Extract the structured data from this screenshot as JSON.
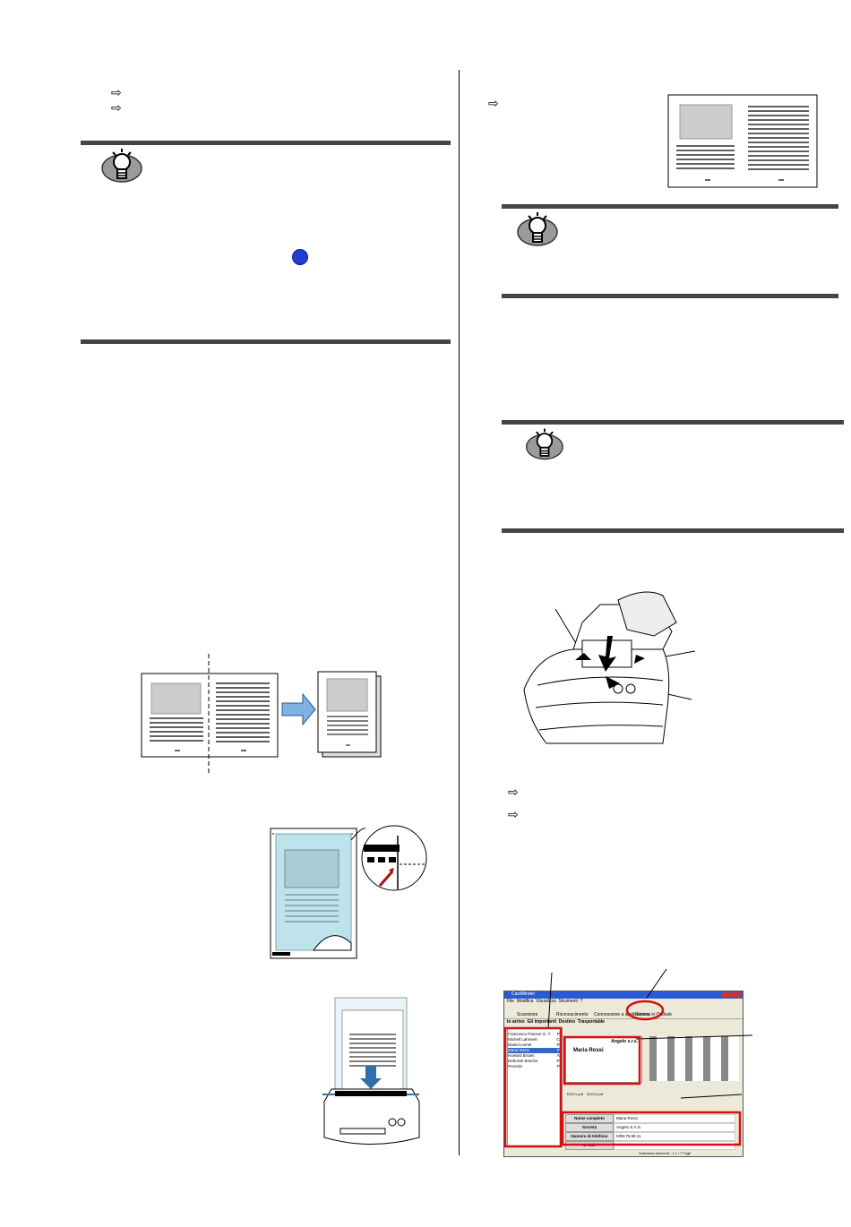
{
  "icons": {
    "arrow": "right-hollow-arrow-icon",
    "hint": "lightbulb-hint-icon"
  },
  "colors": {
    "rule": "#444444",
    "blue_dot": "#1f3fd6",
    "highlight_red": "#d41010",
    "paper_blue": "#bfe3ec",
    "arrow_blue": "#7fb2e0"
  },
  "cardminder": {
    "title": "CardMinder",
    "menu": [
      "File",
      "Modifica",
      "Visualizza",
      "Strumenti",
      "?"
    ],
    "toolbar": [
      "Scansione",
      "Riconoscimento",
      "Connessione a applicazione",
      "Ricerca in Outlook"
    ],
    "tabs": [
      "In arrivo",
      "Gli importanti",
      "Destino",
      "Trasportable"
    ],
    "list": [
      {
        "name": "Francesco Panzeri G. T.",
        "tag": "Pit"
      },
      {
        "name": "Michell Lahmeel",
        "tag": "Co"
      },
      {
        "name": "Daniel Lemel",
        "tag": "Ph"
      },
      {
        "name": "Maria Rossi",
        "tag": "Pit"
      },
      {
        "name": "Howard Brown",
        "tag": "Ab"
      },
      {
        "name": "Deborah Bosche",
        "tag": "Pe"
      },
      {
        "name": "Pozzolo",
        "tag": "Pit"
      }
    ],
    "card": {
      "company_line": "Angelo s.r.s.",
      "person": "Maria Rossi"
    },
    "attachments": [
      "DOC1.pdf",
      "DOC2.pdf"
    ],
    "fields": [
      {
        "label": "Nome completo",
        "value": "Maria Rossi"
      },
      {
        "label": "Società",
        "value": "Angelo S.A.S."
      },
      {
        "label": "Numero di telefono",
        "value": "0/99-75.88.11"
      },
      {
        "label": "E-mail",
        "value": ""
      }
    ],
    "status": "Selezione elementi : 1   1 / 7 Fogli"
  }
}
